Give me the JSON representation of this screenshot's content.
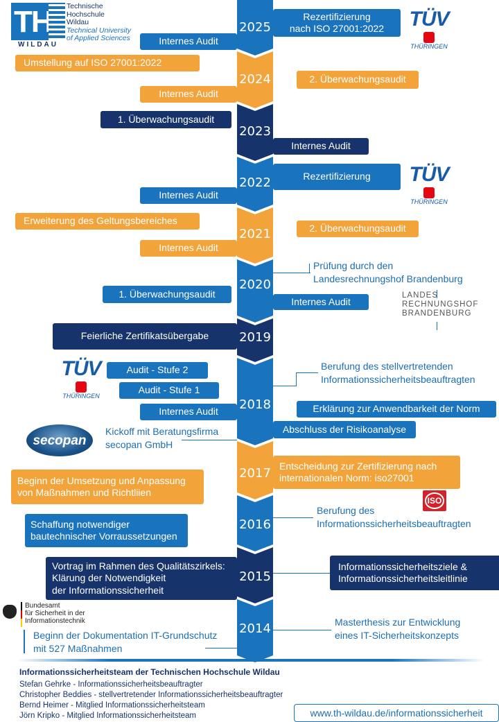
{
  "logo": {
    "line1": "Technische",
    "line2": "Hochschule",
    "line3": "Wildau",
    "line4": "Technical University",
    "line5": "of Applied Sciences",
    "wordmark": "WILDAU",
    "th": "TH"
  },
  "years": [
    "2025",
    "2024",
    "2023",
    "2022",
    "2021",
    "2020",
    "2019",
    "2018",
    "2017",
    "2016",
    "2015",
    "2014"
  ],
  "events": {
    "e2025a": "Rezertifizierung",
    "e2025b": "nach ISO 27001:2022",
    "e2025c": "Internes Audit",
    "e2024a": "Umstellung auf ISO 27001:2022",
    "e2024b": "2. Überwachungsaudit",
    "e2024c": "Internes Audit",
    "e2023a": "1. Überwachungsaudit",
    "e2023b": "Internes Audit",
    "e2022a": "Rezertifizierung",
    "e2022b": "Internes Audit",
    "e2021a": "Erweiterung des Geltungsbereiches",
    "e2021b": "2. Überwachungsaudit",
    "e2021c": "Internes Audit",
    "e2020a": "Prüfung durch den",
    "e2020b": "Landesrechnungshof Brandenburg",
    "e2020c": "1. Überwachungsaudit",
    "e2020d": "Internes Audit",
    "e2019a": "Feierliche Zertifikatsübergabe",
    "e2018a": "Audit - Stufe 2",
    "e2018b": "Audit - Stufe 1",
    "e2018c": "Internes Audit",
    "e2018d": "Berufung des stellvertretenden",
    "e2018e": "Informationssicherheitsbeauftragten",
    "e2018f": "Erklärung zur Anwendbarkeit der Norm",
    "e2018g": "Abschluss der Risikoanalyse",
    "e2018h": "Kickoff mit Beratungsfirma",
    "e2018i": "secopan GmbH",
    "e2017a": "Entscheidung zur Zertifizierung nach",
    "e2017b": "internationalen Norm: iso27001",
    "e2017c": "Beginn der Umsetzung und Anpassung",
    "e2017d": "von Maßnahmen und Richtliien",
    "e2016a": "Schaffung notwendiger",
    "e2016b": "bautechnischer Vorraussetzungen",
    "e2016c": "Berufung des",
    "e2016d": "Informationssicherheitsbeauftragten",
    "e2015a": "Vortrag im Rahmen des Qualitätszirkels:",
    "e2015b": "Klärung der Notwendigkeit",
    "e2015c": "der Informationssicherheit",
    "e2015d": "Informationssicherheitsziele &",
    "e2015e": "Informationssicherheitsleitlinie",
    "e2014a": "Beginn der Dokumentation IT-Grundschutz",
    "e2014b": "mit 527 Maßnahmen",
    "e2014c": "Masterthesis zur Entwicklung",
    "e2014d": "eines IT-Sicherheitskonzepts"
  },
  "logos": {
    "tuv": "TÜV",
    "tuv_sub": "THÜRINGEN",
    "lrh1": "LANDES",
    "lrh2": "RECHNUNGSHOF",
    "lrh3": "BRANDENBURG",
    "secopan": "secopan",
    "iso": "ISO",
    "bsi1": "Bundesamt",
    "bsi2": "für Sicherheit in der",
    "bsi3": "Informationstechnik"
  },
  "footer": {
    "title": "Informationssicherheitsteam der Technischen Hochschule Wildau",
    "m1": "Stefan Gehrke - Informationssicherheitsbeauftragter",
    "m2": "Christopher Beddies - stellvertretender Informationssicherheitsbeauftragter",
    "m3": "Bernd Heimer - Mitglied Informationssicherheitsteam",
    "m4": "Jörn Kripko - Mitglied Informationssicherheitsteam",
    "url": "www.th-wildau.de/informationssicherheit"
  },
  "colors": {
    "blue": "#1a73bd",
    "dark": "#17336b",
    "orange": "#f2a33a"
  }
}
